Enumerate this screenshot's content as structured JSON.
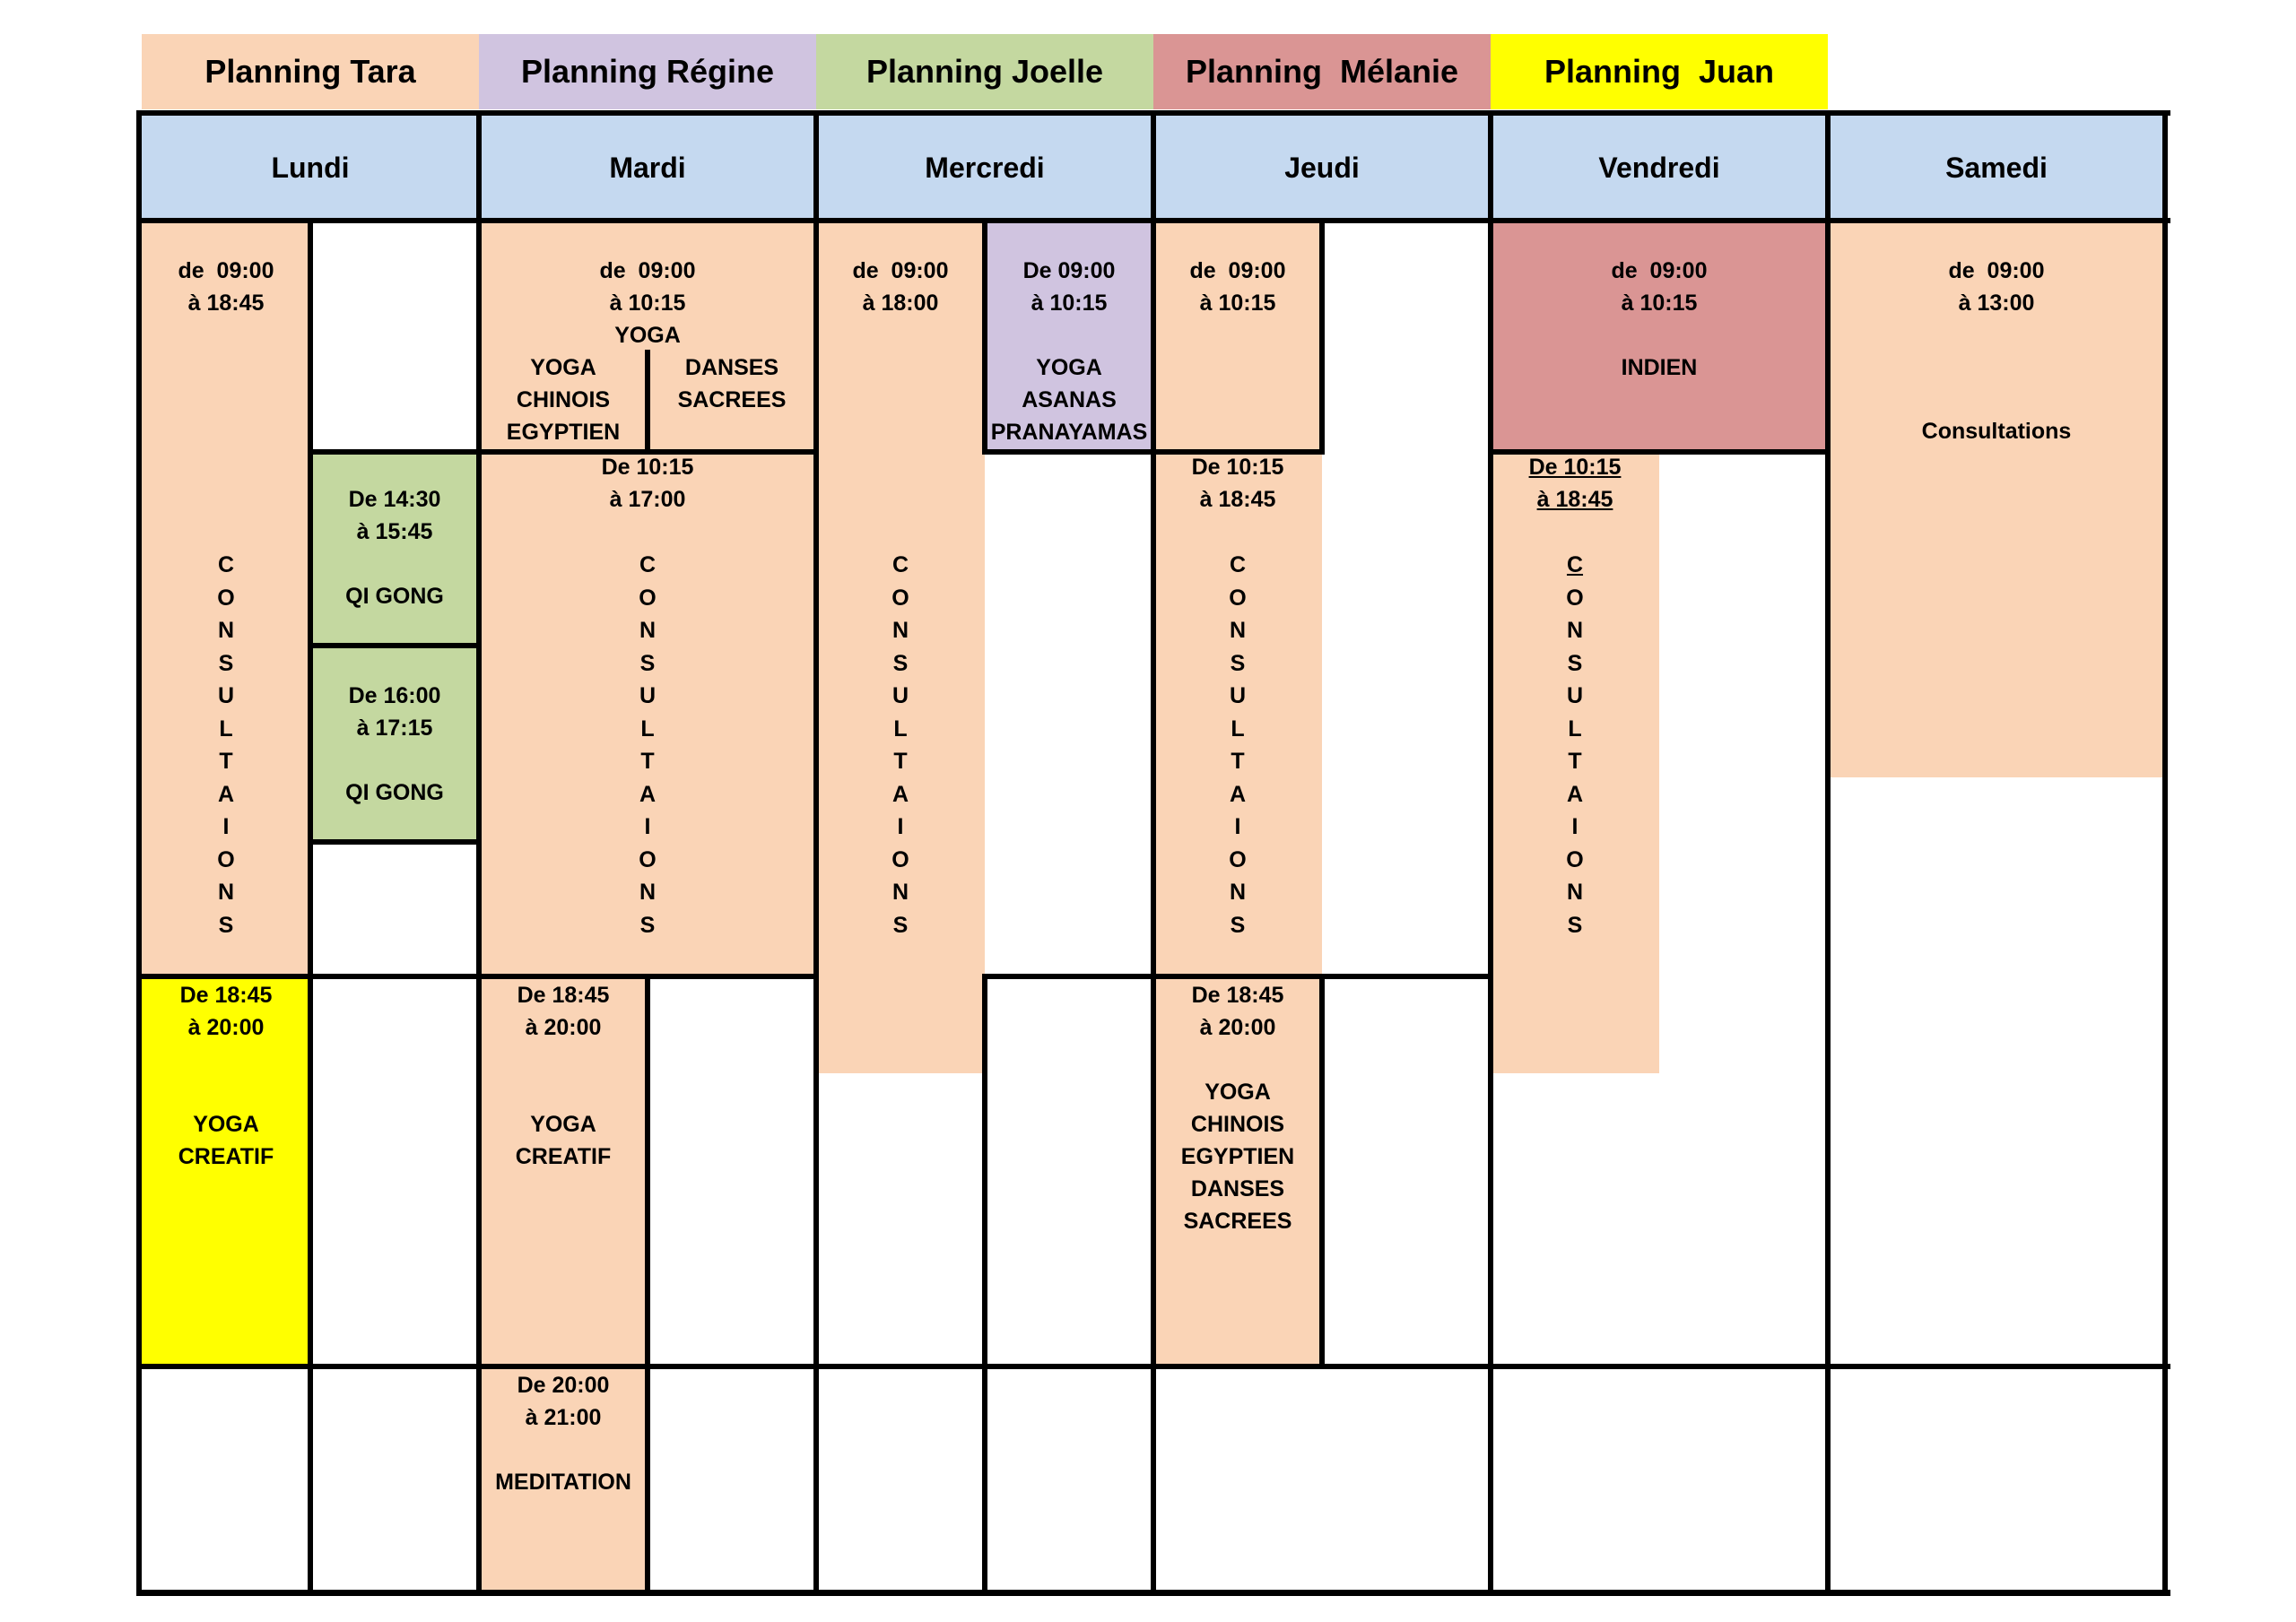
{
  "legend": {
    "tara": "Planning Tara",
    "regine": "Planning Régine",
    "joelle": "Planning Joelle",
    "melanie": "Planning  Mélanie",
    "juan": "Planning  Juan"
  },
  "colors": {
    "tara": "#fad4b6",
    "regine": "#d0c4e0",
    "joelle": "#c4d8a0",
    "melanie": "#da9594",
    "juan": "#ffff00",
    "header": "#c5d9f0"
  },
  "days": [
    "Lundi",
    "Mardi",
    "Mercredi",
    "Jeudi",
    "Vendredi",
    "Samedi"
  ],
  "slots": {
    "lundi_consult_time": "de  09:00\nà 18:45",
    "lundi_qigong1": "De 14:30\nà 15:45\n\nQI GONG",
    "lundi_qigong2": "De 16:00\nà 17:15\n\nQI GONG",
    "lundi_yoga_creatif": "De 18:45\nà 20:00\n\n\nYOGA\nCREATIF",
    "mardi_yoga_time": "de  09:00\nà 10:15\nYOGA",
    "mardi_yoga_chinois": "YOGA\nCHINOIS\nEGYPTIEN",
    "mardi_danses": "DANSES\nSACREES",
    "mardi_consult_time": "De 10:15\nà 17:00",
    "mardi_yoga_creatif": "De 18:45\nà 20:00\n\n\nYOGA\nCREATIF",
    "mardi_meditation": "De 20:00\nà 21:00\n\nMEDITATION",
    "mercredi_consult_time": "de  09:00\nà 18:00",
    "mercredi_yoga_asanas": "De 09:00\nà 10:15\n\nYOGA\nASANAS\nPRANAYAMAS",
    "jeudi_morning": "de  09:00\nà 10:15",
    "jeudi_consult_time": "De 10:15\nà 18:45",
    "jeudi_evening": "De 18:45\nà 20:00\n\nYOGA\nCHINOIS\nEGYPTIEN\nDANSES\nSACREES",
    "vendredi_indien": "de  09:00\nà 10:15\n\nINDIEN",
    "vendredi_consult_from": "De 10:15",
    "vendredi_consult_to": "à 18:45",
    "samedi_time": "de  09:00\nà 13:00",
    "samedi_consult": "Consultations"
  },
  "vertical_word": [
    "C",
    "O",
    "N",
    "S",
    "U",
    "L",
    "T",
    "A",
    "I",
    "O",
    "N",
    "S"
  ]
}
